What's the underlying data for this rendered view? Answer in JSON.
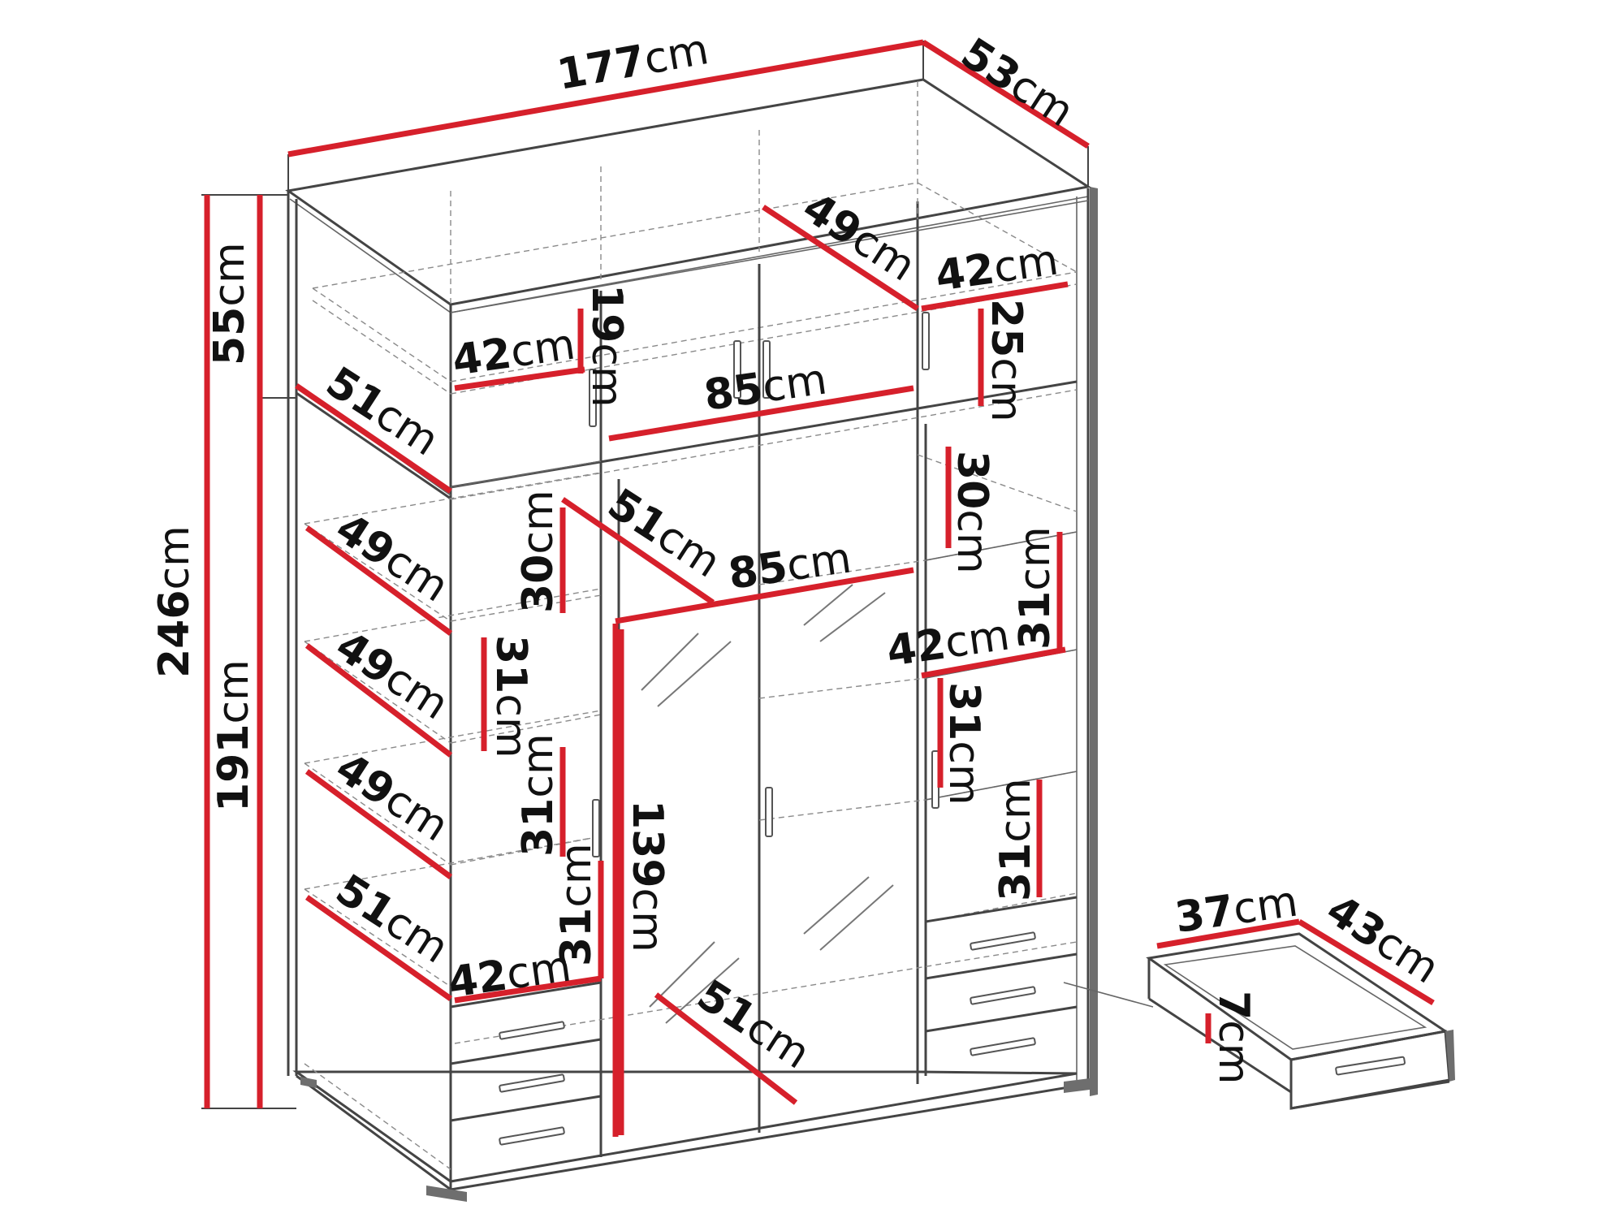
{
  "unit": "cm",
  "dimensions": {
    "width": "177",
    "depth": "53",
    "total_height": "246",
    "top_height": "55",
    "bottom_height": "191",
    "top_left_depth": "51",
    "top_left_width": "42",
    "top_left_height": "19",
    "top_mid_width": "85",
    "top_right_depth": "49",
    "top_right_width": "42",
    "top_right_height": "25",
    "left_shelf_depth_1": "49",
    "left_shelf_depth_2": "49",
    "left_shelf_depth_3": "49",
    "left_shelf_depth_4": "51",
    "inner_left_h_1": "30",
    "inner_left_h_2": "31",
    "inner_left_h_3": "31",
    "inner_left_h_4": "31",
    "inner_left_width": "42",
    "mid_depth": "51",
    "mid_width": "85",
    "mid_height": "139",
    "mid_bottom_depth": "51",
    "right_h_1": "30",
    "right_h_2": "31",
    "right_h_3": "31",
    "right_h_4": "31",
    "right_width": "42",
    "drawer_width": "37",
    "drawer_depth": "43",
    "drawer_height": "7"
  }
}
